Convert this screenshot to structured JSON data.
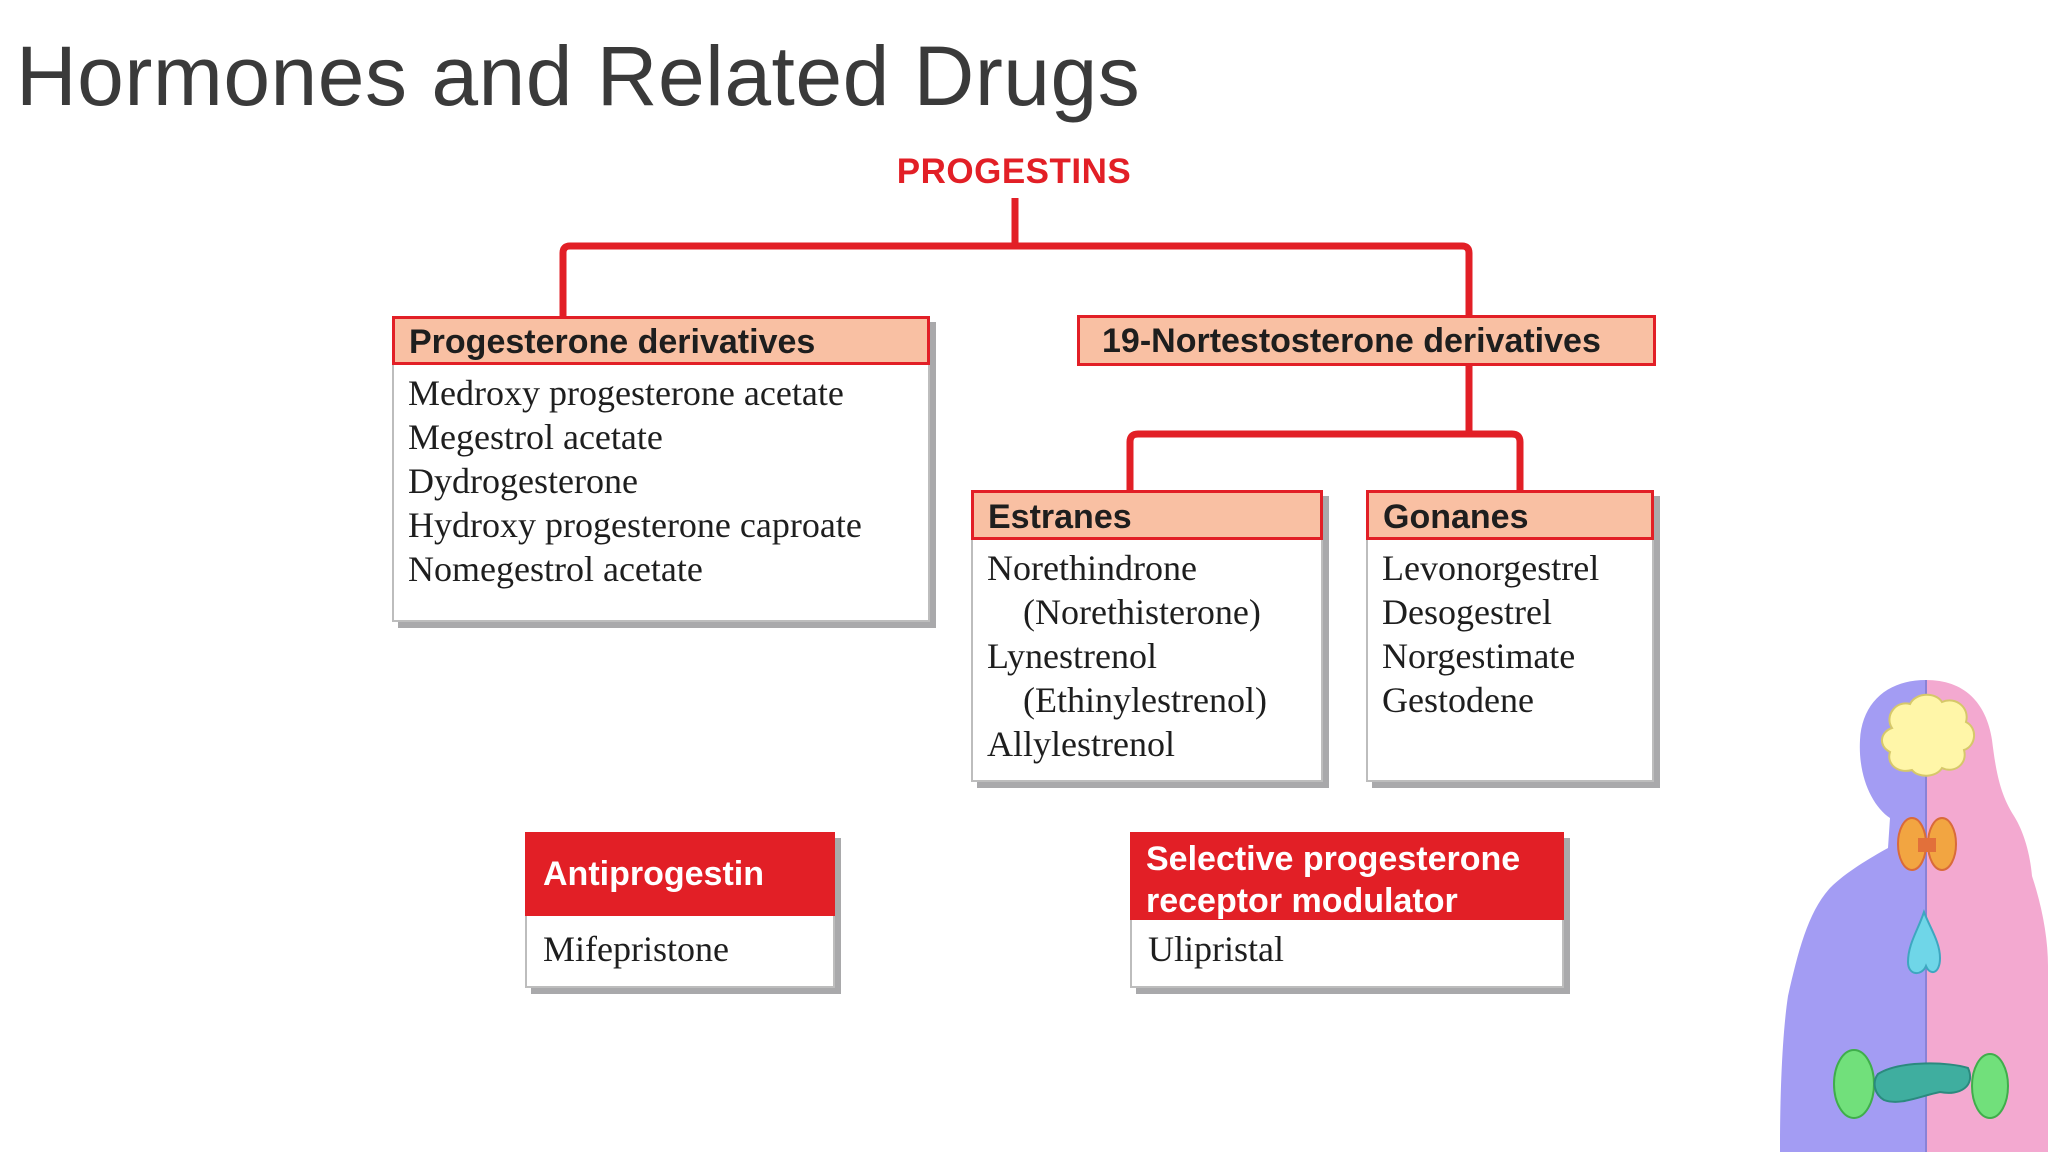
{
  "slide": {
    "title": "Hormones and Related Drugs"
  },
  "diagram": {
    "root": "PROGESTINS",
    "progesterone_derivatives": {
      "header": "Progesterone derivatives",
      "items": [
        "Medroxy progesterone acetate",
        "Megestrol acetate",
        "Dydrogesterone",
        "Hydroxy progesterone caproate",
        "Nomegestrol acetate"
      ]
    },
    "nortestosterone_derivatives": {
      "header": "19-Nortestosterone derivatives"
    },
    "estranes": {
      "header": "Estranes",
      "items": [
        "Norethindrone",
        "(Norethisterone)",
        "Lynestrenol",
        "(Ethinylestrenol)",
        "Allylestrenol"
      ]
    },
    "gonanes": {
      "header": "Gonanes",
      "items": [
        "Levonorgestrel",
        "Desogestrel",
        "Norgestimate",
        "Gestodene"
      ]
    },
    "antiprogestin": {
      "header": "Antiprogestin",
      "item": "Mifepristone"
    },
    "sprm": {
      "header_line1": "Selective progesterone",
      "header_line2": "receptor modulator",
      "item": "Ulipristal"
    }
  },
  "colors": {
    "accent_red": "#e21f26",
    "header_fill": "#f9c0a3",
    "title_text": "#3a3a3a"
  },
  "illustration": {
    "icon": "endocrine-body-figure-icon"
  }
}
